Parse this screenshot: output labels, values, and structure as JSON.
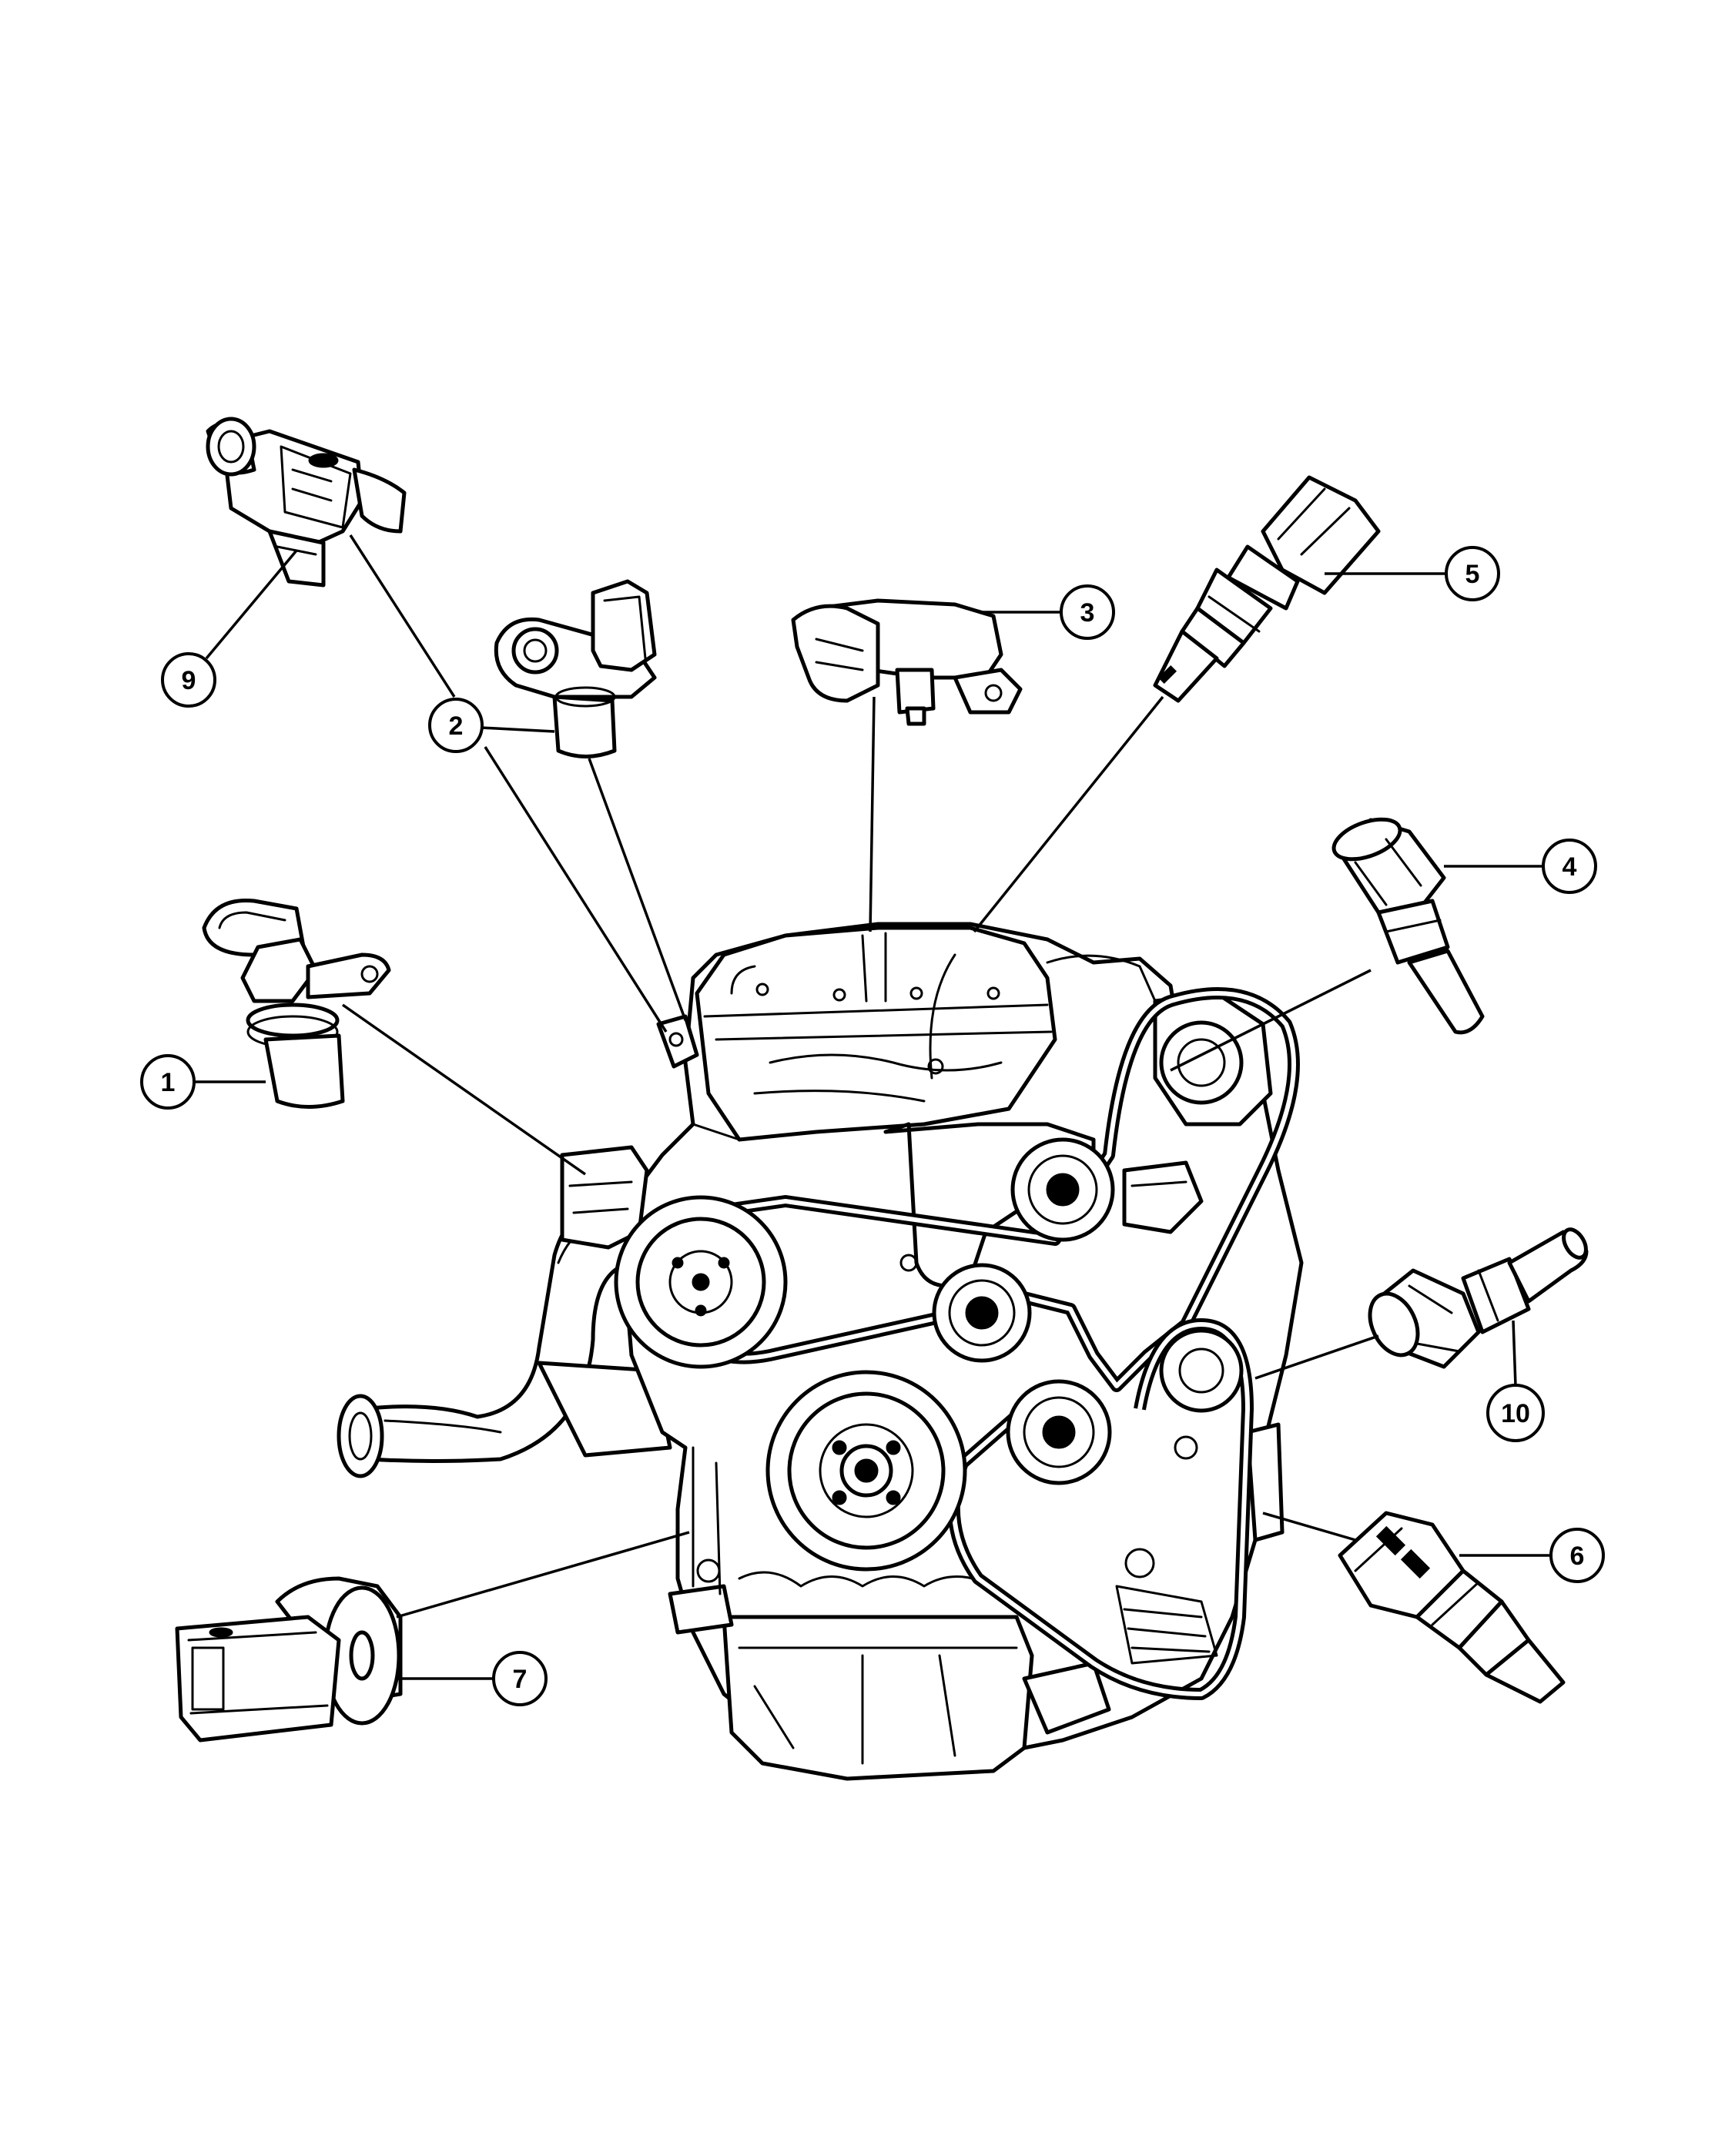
{
  "diagram": {
    "ink_color": "#000000",
    "background_color": "#ffffff",
    "callouts": [
      {
        "label": "1"
      },
      {
        "label": "2"
      },
      {
        "label": "3"
      },
      {
        "label": "4"
      },
      {
        "label": "5"
      },
      {
        "label": "6"
      },
      {
        "label": "7"
      },
      {
        "label": "9"
      },
      {
        "label": "10"
      }
    ]
  }
}
